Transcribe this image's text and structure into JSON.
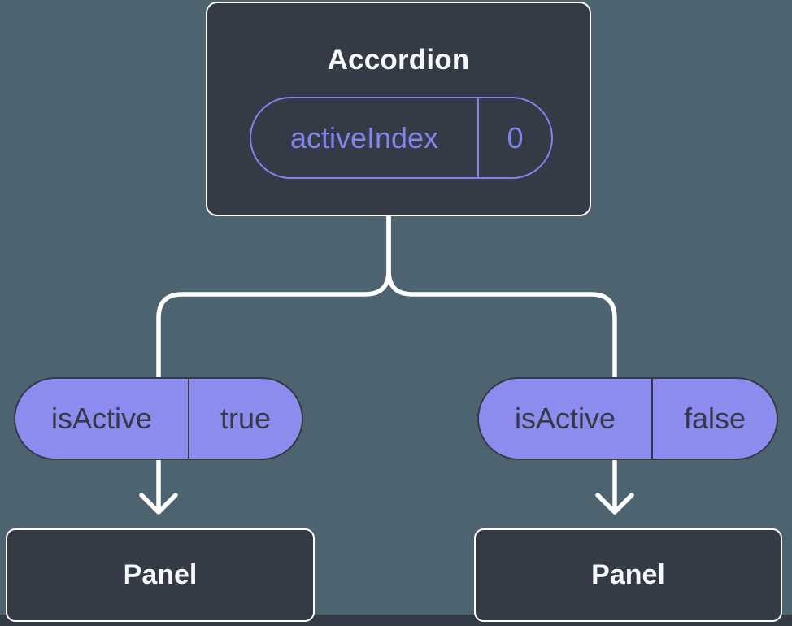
{
  "diagram": {
    "colors": {
      "background": "#4d6470",
      "node_fill": "#343a46",
      "node_border": "#ffffff",
      "pill_fill": "#8b8cee",
      "accent_purple": "#8184ea",
      "connector": "#ffffff"
    },
    "root": {
      "title": "Accordion",
      "state_pill": {
        "label": "activeIndex",
        "value": "0"
      }
    },
    "props": [
      {
        "label": "isActive",
        "value": "true"
      },
      {
        "label": "isActive",
        "value": "false"
      }
    ],
    "children": [
      {
        "title": "Panel"
      },
      {
        "title": "Panel"
      }
    ]
  }
}
